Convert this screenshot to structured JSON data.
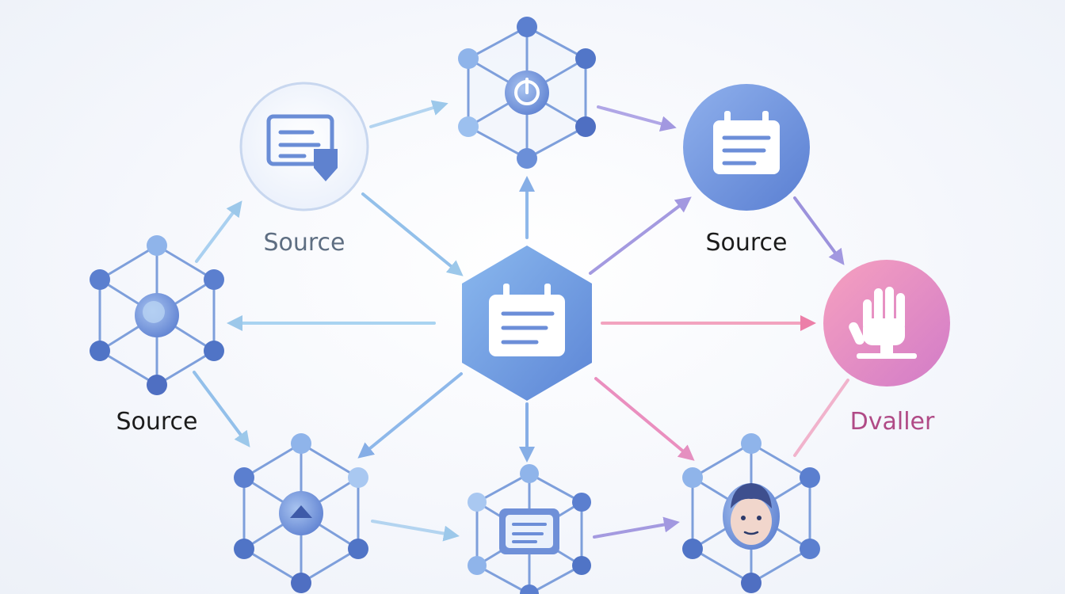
{
  "labels": {
    "source_top_left": "Source",
    "source_top_right": "Source",
    "source_left": "Source",
    "dvaller": "Dvaller"
  },
  "colors": {
    "light_blue": "#9cc8ea",
    "mid_blue": "#7ea6e0",
    "dark_blue": "#4b64b0",
    "lavender": "#a89adf",
    "pink": "#ec7fa8",
    "label_gray": "#5e6e82",
    "label_dark": "#1c1c1c",
    "label_pink": "#b04a86"
  }
}
